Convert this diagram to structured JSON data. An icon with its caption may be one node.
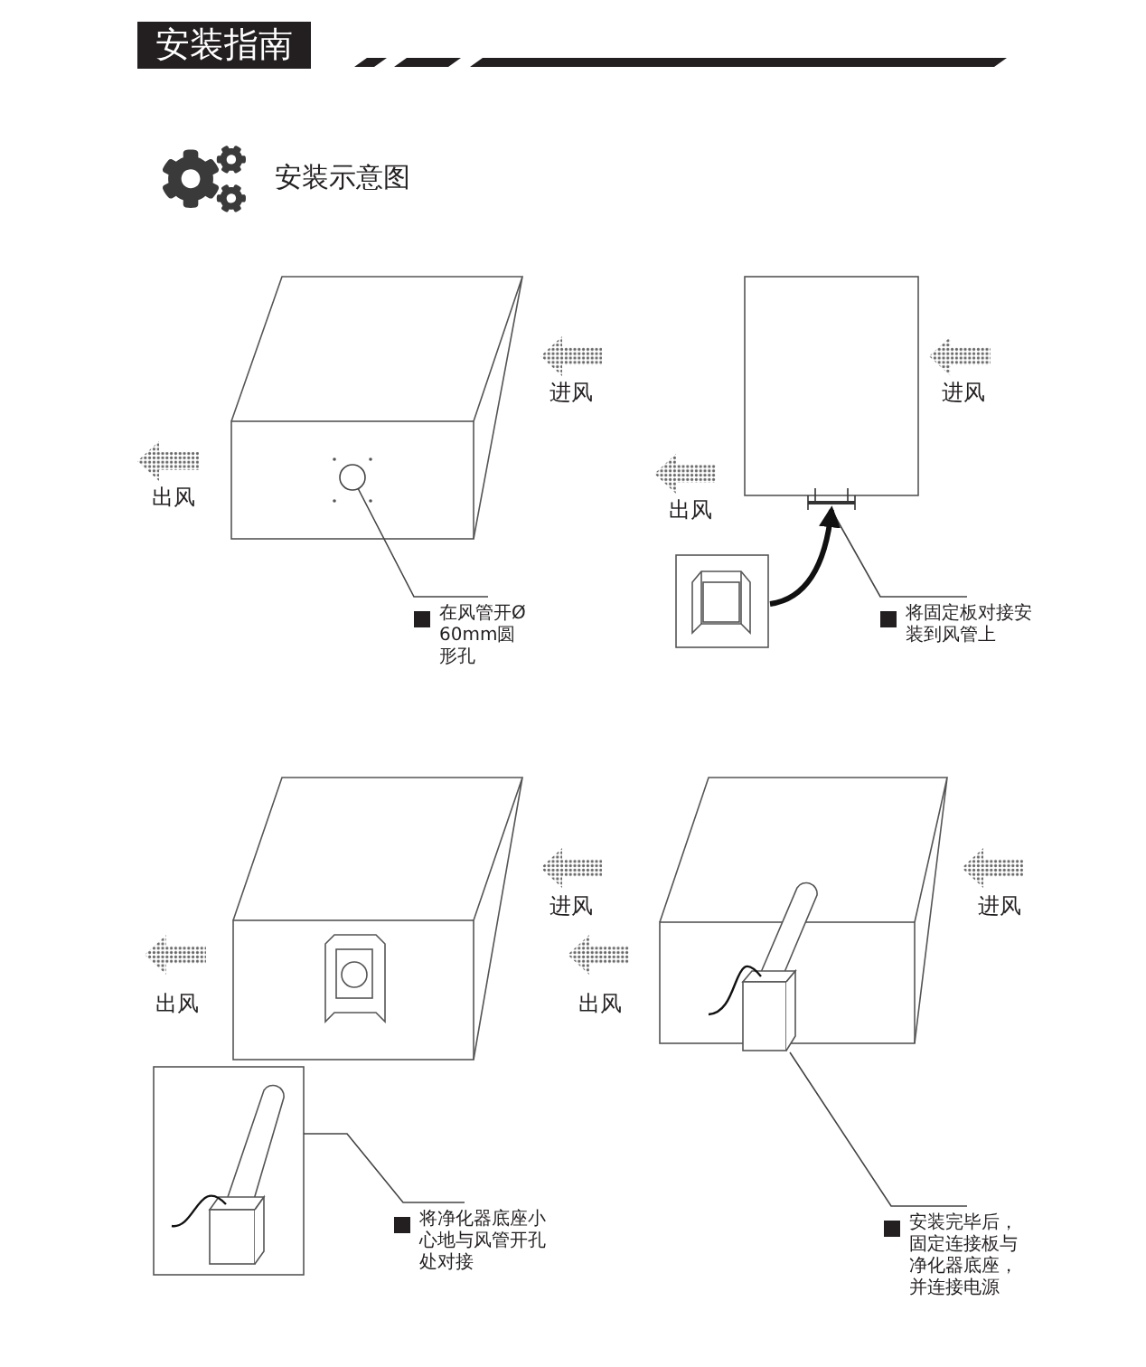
{
  "diagram": {
    "title": "安装指南",
    "nodes": [
      {
        "text": [
          "在风管开Ø60mm圆形孔"
        ]
      },
      {
        "text": [],
        "shape": "circle"
      },
      {
        "text": [
          "将固定板对接安装到风管上"
        ]
      },
      {
        "text": [],
        "shape": "bar"
      },
      {
        "text": [],
        "shape": "picture"
      },
      {
        "text": [
          "将净化器底座小心地与风管开孔处对接"
        ]
      },
      {
        "text": [],
        "shape": "picture"
      },
      {
        "text": [
          "安装完毕后，固定连接板与净化器底座，并连接电源"
        ]
      },
      {
        "text": [],
        "shape": "picture"
      }
    ],
    "edges": [
      {
        "from": 0,
        "to": 1,
        "arrow": "none"
      },
      {
        "from": 2,
        "to": 3,
        "arrow": "none"
      },
      {
        "from": 4,
        "to": 3,
        "arrow": "to",
        "style": "thick"
      },
      {
        "from": 5,
        "to": 6,
        "arrow": "none"
      },
      {
        "from": 7,
        "to": 8,
        "arrow": "none"
      }
    ],
    "labels": [
      "安装示意图",
      "进风",
      "出风",
      "进风",
      "出风",
      "进风",
      "出风",
      "出风",
      "进风"
    ]
  }
}
